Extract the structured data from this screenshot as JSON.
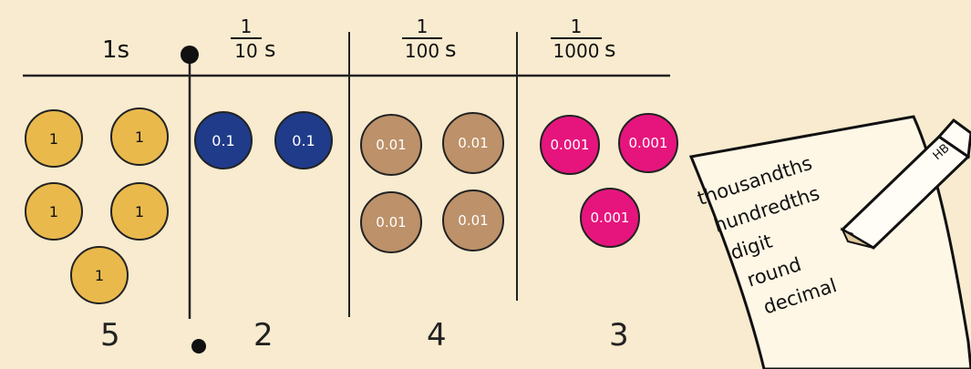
{
  "columns": [
    {
      "key": "ones",
      "header_text": "1s",
      "coin_label": "1",
      "count": 5,
      "total": "5"
    },
    {
      "key": "tenths",
      "header_num": "1",
      "header_den": "10",
      "header_unit": "s",
      "coin_label": "0.1",
      "count": 2,
      "total": "2"
    },
    {
      "key": "hundredths",
      "header_num": "1",
      "header_den": "100",
      "header_unit": "s",
      "coin_label": "0.01",
      "count": 4,
      "total": "4"
    },
    {
      "key": "thousandths",
      "header_num": "1",
      "header_den": "1000",
      "header_unit": "s",
      "coin_label": "0.001",
      "count": 3,
      "total": "3"
    }
  ],
  "note": {
    "words": [
      "thousandths",
      "hundredths",
      "digit",
      "round",
      "decimal"
    ],
    "pencil_label": "HB"
  },
  "colors": {
    "background": "#f8ebcf",
    "ones_coin": "#e9b94c",
    "tenths_coin": "#1f3b8a",
    "hundredths_coin": "#bd9169",
    "thousandths_coin": "#e6157d",
    "line": "#222222"
  }
}
